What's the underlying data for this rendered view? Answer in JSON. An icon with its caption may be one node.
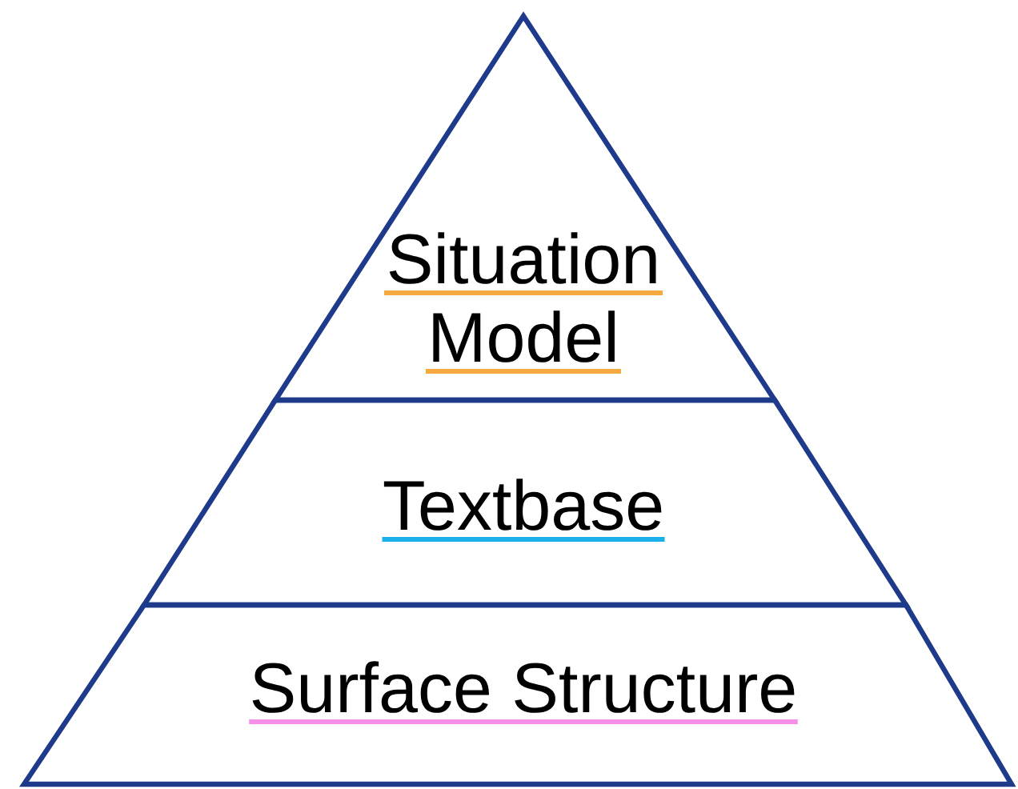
{
  "diagram": {
    "nodes": [
      {
        "text": [
          "Situation Model"
        ]
      },
      {
        "text": [
          "Textbase"
        ]
      },
      {
        "text": [
          "Surface Structure"
        ]
      }
    ]
  }
}
